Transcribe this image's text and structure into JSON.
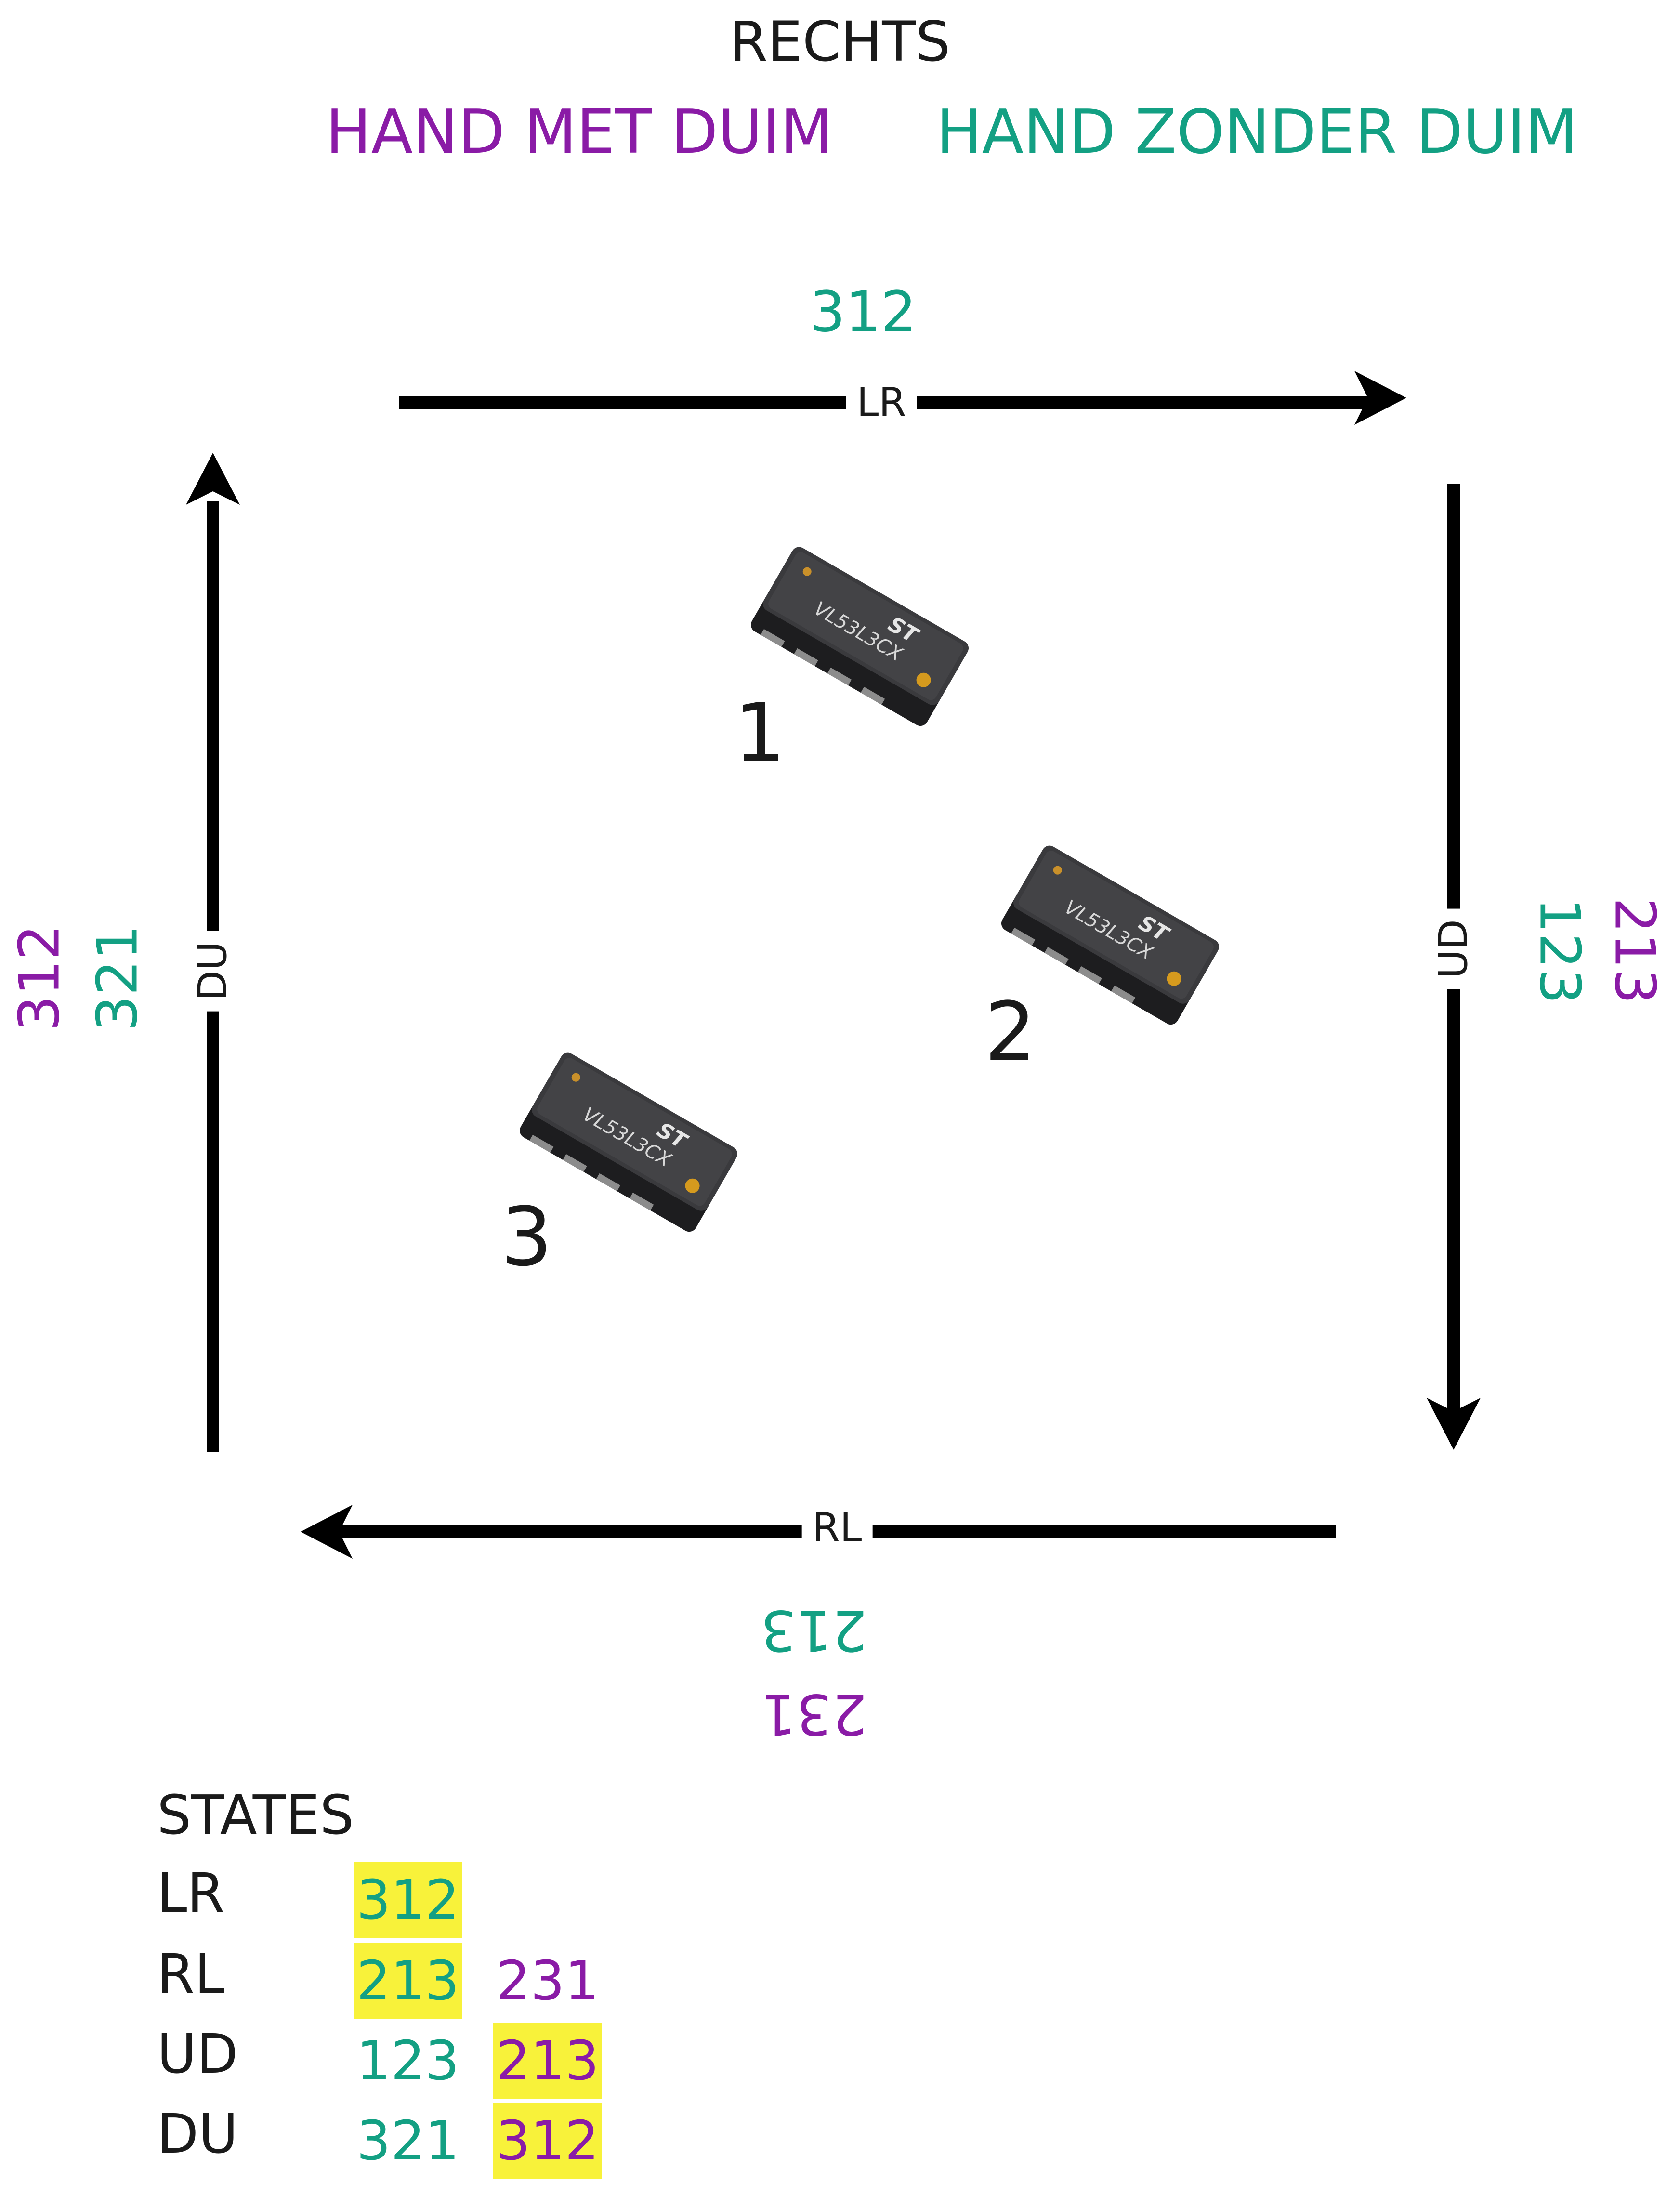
{
  "title": "RECHTS",
  "legend": {
    "with_thumb": "HAND MET DUIM",
    "without_thumb": "HAND ZONDER DUIM"
  },
  "colors": {
    "with_thumb": "#8a1ba6",
    "without_thumb": "#13a083",
    "highlight": "#f8f23a"
  },
  "arrows": {
    "lr": {
      "label": "LR",
      "teal": "312"
    },
    "ud": {
      "label": "UD",
      "teal": "123",
      "purple": "213"
    },
    "rl": {
      "label": "RL",
      "teal": "213",
      "purple": "231"
    },
    "du": {
      "label": "DU",
      "teal": "321",
      "purple": "312"
    }
  },
  "sensors": [
    {
      "label": "1",
      "part": "VL53L3CX",
      "logo": "ST"
    },
    {
      "label": "2",
      "part": "VL53L3CX",
      "logo": "ST"
    },
    {
      "label": "3",
      "part": "VL53L3CX",
      "logo": "ST"
    }
  ],
  "states": {
    "heading": "STATES",
    "rows": [
      {
        "label": "LR",
        "teal": "312",
        "purple": "",
        "teal_highlight": true,
        "purple_highlight": false
      },
      {
        "label": "RL",
        "teal": "213",
        "purple": "231",
        "teal_highlight": true,
        "purple_highlight": false
      },
      {
        "label": "UD",
        "teal": "123",
        "purple": "213",
        "teal_highlight": false,
        "purple_highlight": true
      },
      {
        "label": "DU",
        "teal": "321",
        "purple": "312",
        "teal_highlight": false,
        "purple_highlight": true
      }
    ]
  }
}
